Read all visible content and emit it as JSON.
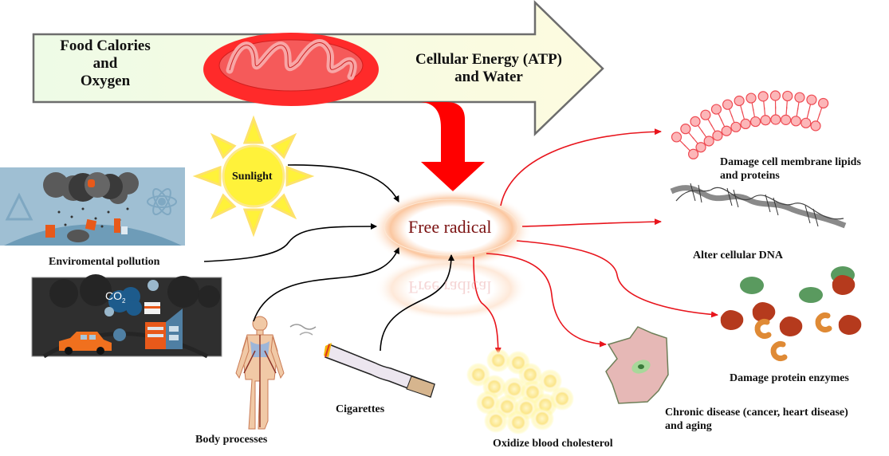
{
  "title": "Free radical formation and effects",
  "colors": {
    "arrow_left_fill": "#eefbe6",
    "arrow_right_fill": "#fdfbdf",
    "mitochondrion": "#ff2a2a",
    "mitochondrion_crista": "#f8a6a6",
    "cause_arrow": "#000000",
    "effect_arrow": "#e8141c",
    "free_radical_text": "#7a1010",
    "free_radical_glow": "#f9b98a",
    "sun": "#fff23a"
  },
  "process_arrow": {
    "input_lines": [
      "Food Calories",
      "and",
      "Oxygen"
    ],
    "output_lines": [
      "Cellular Energy (ATP)",
      "and Water"
    ],
    "organelle": "mitochondrion"
  },
  "center": {
    "label": "Free radical",
    "reflection": "Free radical"
  },
  "causes": [
    {
      "id": "sunlight",
      "label": "Sunlight",
      "icon": "sun-icon"
    },
    {
      "id": "pollution",
      "label": "Enviromental pollution",
      "icon": "pollution-illustration"
    },
    {
      "id": "body",
      "label": "Body processes",
      "icon": "human-body-icon"
    },
    {
      "id": "cigarettes",
      "label": "Cigarettes",
      "icon": "cigarette-icon"
    }
  ],
  "pollution_panel": {
    "co2_label": "CO",
    "co2_sub": "2"
  },
  "effects": [
    {
      "id": "membrane",
      "label_lines": [
        "Damage cell membrane lipids",
        "and proteins"
      ],
      "icon": "lipid-bilayer-icon"
    },
    {
      "id": "dna",
      "label_lines": [
        "Alter cellular DNA"
      ],
      "icon": "dna-helix-icon"
    },
    {
      "id": "enzymes",
      "label_lines": [
        "Damage protein enzymes"
      ],
      "icon": "enzymes-icon"
    },
    {
      "id": "chronic",
      "label_lines": [
        "Chronic disease (cancer, heart disease)",
        "and aging"
      ],
      "icon": "cell-icon"
    },
    {
      "id": "cholesterol",
      "label_lines": [
        "Oxidize blood cholesterol"
      ],
      "icon": "cholesterol-icon"
    }
  ]
}
